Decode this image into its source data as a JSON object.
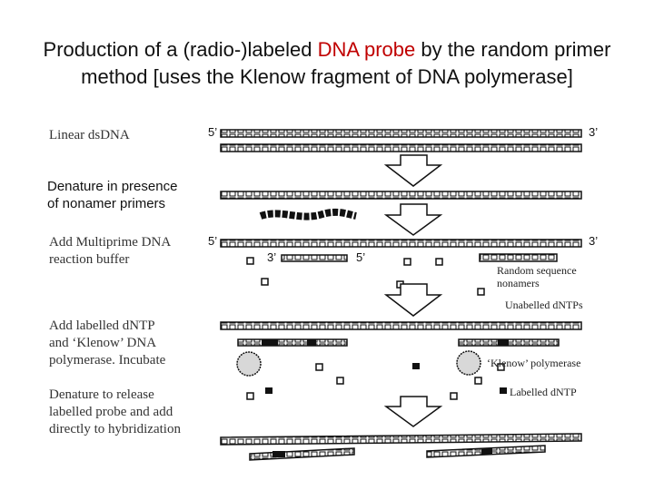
{
  "title": {
    "line1_before": "Production of a (radio-)labeled ",
    "line1_highlight": "DNA probe",
    "line1_after": " by the random primer",
    "line2": "method [uses the Klenow fragment of DNA polymerase]"
  },
  "colors": {
    "highlight": "#c00000",
    "text": "#111111"
  },
  "steps": {
    "linear": "Linear dsDNA",
    "denature_line1": "Denature in presence",
    "denature_line2": "of nonamer primers",
    "buffer_line1": "Add Multiprime DNA",
    "buffer_line2": "reaction buffer",
    "labelled_line1": "Add labelled dNTP",
    "labelled_line2": "and ‘Klenow’ DNA",
    "labelled_line3": "polymerase. Incubate",
    "release_line1": "Denature to release",
    "release_line2": "labelled probe and add",
    "release_line3": "directly to hybridization"
  },
  "labels": {
    "random_line1": "Random sequence",
    "random_line2": "nonamers",
    "unlabelled": "Unabelled dNTPs",
    "klenow": "‘Klenow’ polymerase",
    "labelled": "Labelled dNTP"
  },
  "ends": {
    "five_prime": "5’",
    "three_prime": "3’"
  }
}
